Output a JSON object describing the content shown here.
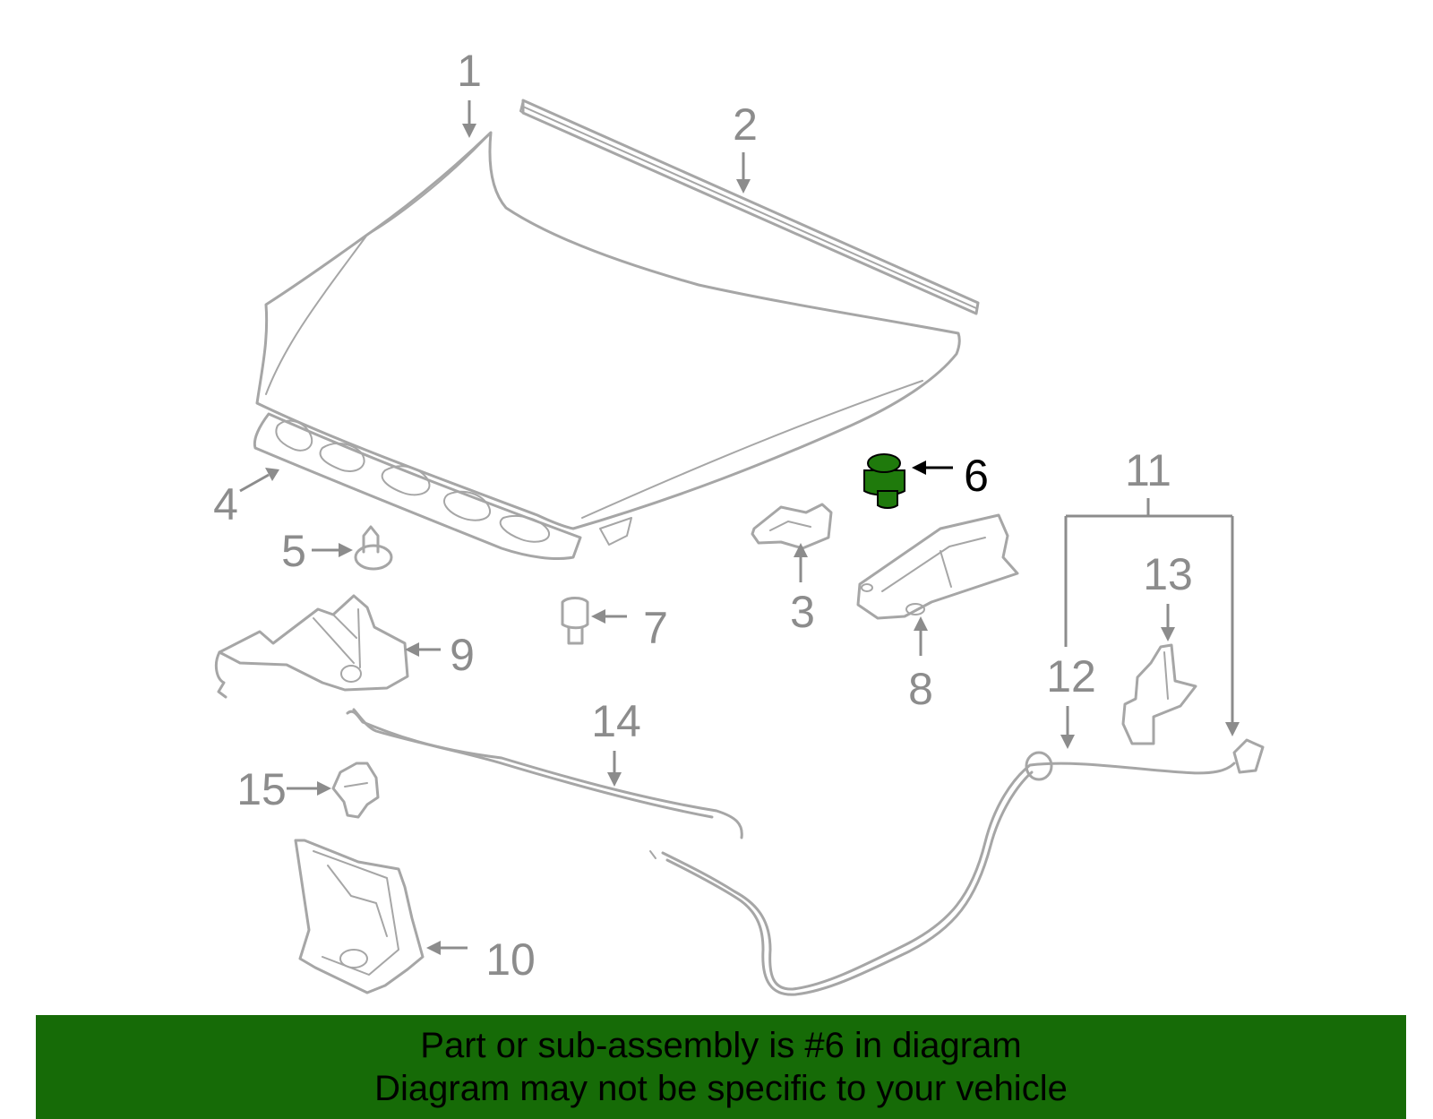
{
  "callouts": {
    "c1": "1",
    "c2": "2",
    "c3": "3",
    "c4": "4",
    "c5": "5",
    "c6": "6",
    "c7": "7",
    "c8": "8",
    "c9": "9",
    "c10": "10",
    "c11": "11",
    "c12": "12",
    "c13": "13",
    "c14": "14",
    "c15": "15"
  },
  "highlight": {
    "part_number": "6",
    "color": "#1f7a0c"
  },
  "banner": {
    "line1": "Part or sub-assembly is #6 in diagram",
    "line2": "Diagram may not be specific to your vehicle",
    "background": "#166b07"
  }
}
